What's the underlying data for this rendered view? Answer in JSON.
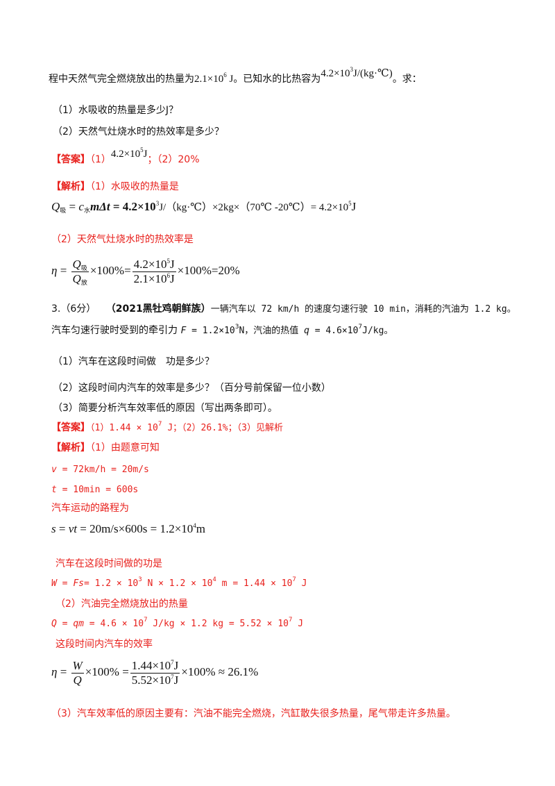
{
  "intro": {
    "text_a": "程中天然气完全燃烧放出的热量为",
    "heat_value": "2.1×10",
    "heat_exp": "6",
    "heat_unit": " J",
    "text_b": "。已知水的比热容为",
    "c_value": "4.2×10",
    "c_exp": "3",
    "c_unit": "J/(kg·℃)",
    "text_c": "。求："
  },
  "q2": {
    "sub1": "（1）水吸收的热量是多少J？",
    "sub2": "（2）天然气灶烧水时的热效率是多少？",
    "answer_label": "【答案】",
    "answer_p1": "（1）",
    "answer_val": "4.2×10",
    "answer_exp": "5",
    "answer_unit": "J",
    "answer_p2": "；（2）20%",
    "analysis_label": "【解析】",
    "analysis_text": "（1）水吸收的热量是",
    "eq1_lhs": "Q",
    "eq1_lhs_sub": "吸",
    "eq1_eq": " = ",
    "eq1_c": "c",
    "eq1_c_sub": "水",
    "eq1_rest": "mΔt",
    "eq1_middle": " = 4.2×10",
    "eq1_mid_exp": "3",
    "eq1_tail": "J/（kg·℃）×2kg×（70℃ -20℃）= 4.2×10",
    "eq1_tail_exp": "5",
    "eq1_end": "J",
    "part2_text": "（2）天然气灶烧水时的热效率是",
    "eta": "η",
    "eq2_num": "Q",
    "eq2_num_sub": "吸",
    "eq2_den": "Q",
    "eq2_den_sub": "放",
    "eq2_mid": "×100%=",
    "eq2_n2": "4.2×10",
    "eq2_n2_exp": "5",
    "eq2_n2_unit": "J",
    "eq2_d2": "2.1×10",
    "eq2_d2_exp": "6",
    "eq2_d2_unit": "J",
    "eq2_end": "×100%=20%"
  },
  "q3": {
    "number": "3.（6分）",
    "source": "（2021黑牡鸡朝鲜族）",
    "stem1": "一辆汽车以 72 km/h 的速度匀速行驶 10 min，消耗的汽油为 1.2 kg。",
    "stem2_a": "汽车匀速行驶时受到的牵引力 ",
    "stem2_F": "F",
    "stem2_b": " = 1.2×10",
    "stem2_b_exp": "3",
    "stem2_c": "N，汽油的热值 ",
    "stem2_q": "q",
    "stem2_d": " = 4.6×10",
    "stem2_d_exp": "7",
    "stem2_e": "J/kg。",
    "sub1": "（1）汽车在这段时间做　功是多少？",
    "sub2": "（2）这段时间内汽车的效率是多少？（百分号前保留一位小数）",
    "sub3": "（3）简要分析汽车效率低的原因（写出两条即可）。",
    "answer_label": "【答案】",
    "answer_a": "（1）1.44 × 10",
    "answer_a_exp": "7",
    "answer_b": " J；（2）26.1%；（3）见解析",
    "analysis_label": "【解析】",
    "analysis_text": "（1）由题意可知",
    "v_var": "v",
    "v_eq": " = 72km/h = 20m/s",
    "t_var": "t",
    "t_eq": " = 10min = 600s",
    "path_text": "汽车运动的路程为",
    "s_eq_lhs": "s",
    "s_eq_a": " = ",
    "s_eq_vt": "vt",
    "s_eq_b": " = 20m/s×600s = 1.2×10",
    "s_eq_exp": "4",
    "s_eq_end": "m",
    "work_text": "汽车在这段时间做的功是",
    "w_var": "W",
    "w_a": " = ",
    "w_Fs": "Fs",
    "w_b": "= 1.2 × 10",
    "w_b_exp": "3",
    "w_c": " N × 1.2 × 10",
    "w_c_exp": "4",
    "w_d": " m = 1.44 × 10",
    "w_d_exp": "7",
    "w_e": " J",
    "part2_text": "（2）汽油完全燃烧放出的热量",
    "q_var": "Q",
    "q_a": " = ",
    "q_qm": "qm",
    "q_b": " = 4.6 × 10",
    "q_b_exp": "7",
    "q_c": " J/kg × 1.2 kg = 5.52 × 10",
    "q_c_exp": "7",
    "q_d": " J",
    "eff_text": "这段时间内汽车的效率",
    "eta": "η",
    "eq_W": "W",
    "eq_Q": "Q",
    "eq_mid": "×100% =",
    "eq_n": "1.44×10",
    "eq_n_exp": "7",
    "eq_n_unit": "J",
    "eq_d": "5.52×10",
    "eq_d_exp": "7",
    "eq_d_unit": "J",
    "eq_end": "×100% ≈ 26.1%",
    "part3_text": "（3）汽车效率低的原因主要有：汽油不能完全燃烧，汽缸散失很多热量，尾气带走许多热量。"
  }
}
